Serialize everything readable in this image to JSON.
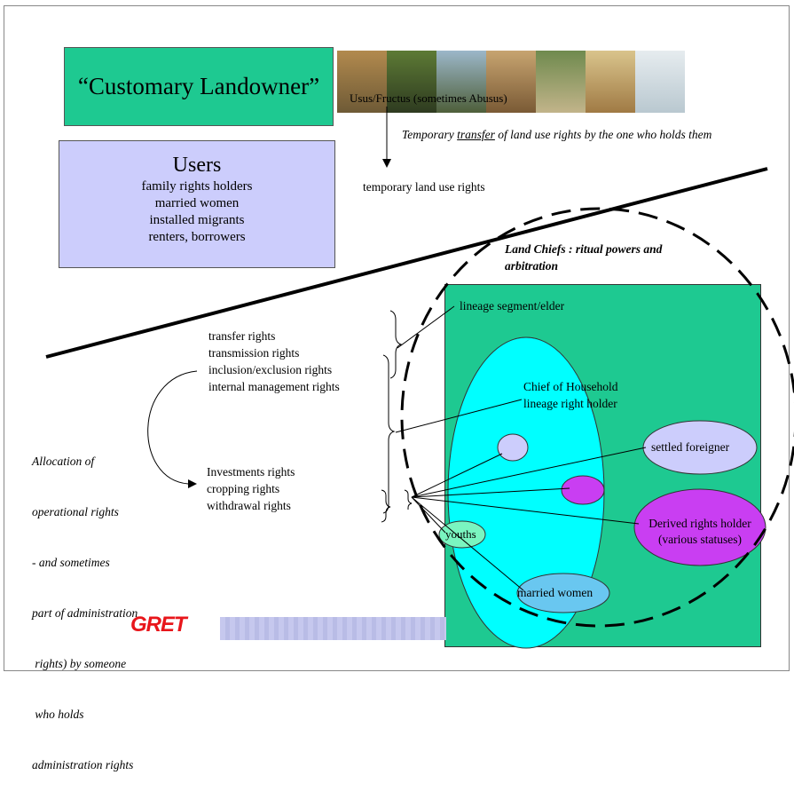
{
  "owner_title": "“Customary Landowner”",
  "usus_label": "Usus/Fructus (sometimes Abusus)",
  "transfer_note": {
    "before": "Temporary ",
    "underlined": "transfer",
    "after": " of land use rights by the one who holds them"
  },
  "temporary_rights": "temporary land use rights",
  "users": {
    "title": "Users",
    "items": [
      "family rights holders",
      "married women",
      "installed migrants",
      "renters, borrowers"
    ]
  },
  "land_chiefs": {
    "line1": "Land Chiefs : ritual powers and",
    "line2": "arbitration"
  },
  "admin_rights": [
    "transfer rights",
    "transmission rights",
    "inclusion/exclusion rights",
    "internal management rights"
  ],
  "operational_rights": [
    "Investments rights",
    "cropping rights",
    "withdrawal rights"
  ],
  "allocation_note": [
    "Allocation of",
    "operational rights",
    "- and sometimes",
    "part of administration",
    " rights) by someone",
    " who holds",
    "administration rights"
  ],
  "actors": {
    "lineage": "lineage segment/elder",
    "chief_line1": "Chief of Household",
    "chief_line2": "lineage right holder",
    "settled_foreigner": "settled foreigner",
    "derived_line1": "Derived rights holder",
    "derived_line2": "(various statuses)",
    "youths": "youths",
    "married_women": "married women"
  },
  "logo_text": "GRET",
  "colors": {
    "green": "#1ec991",
    "lavender": "#cccdfc",
    "cyan": "#00ffff",
    "purple": "#c93ef2",
    "settled": "#cccdfc",
    "youths": "#7af5c0",
    "married": "#69c7f0",
    "logo_red": "#e8161b"
  }
}
